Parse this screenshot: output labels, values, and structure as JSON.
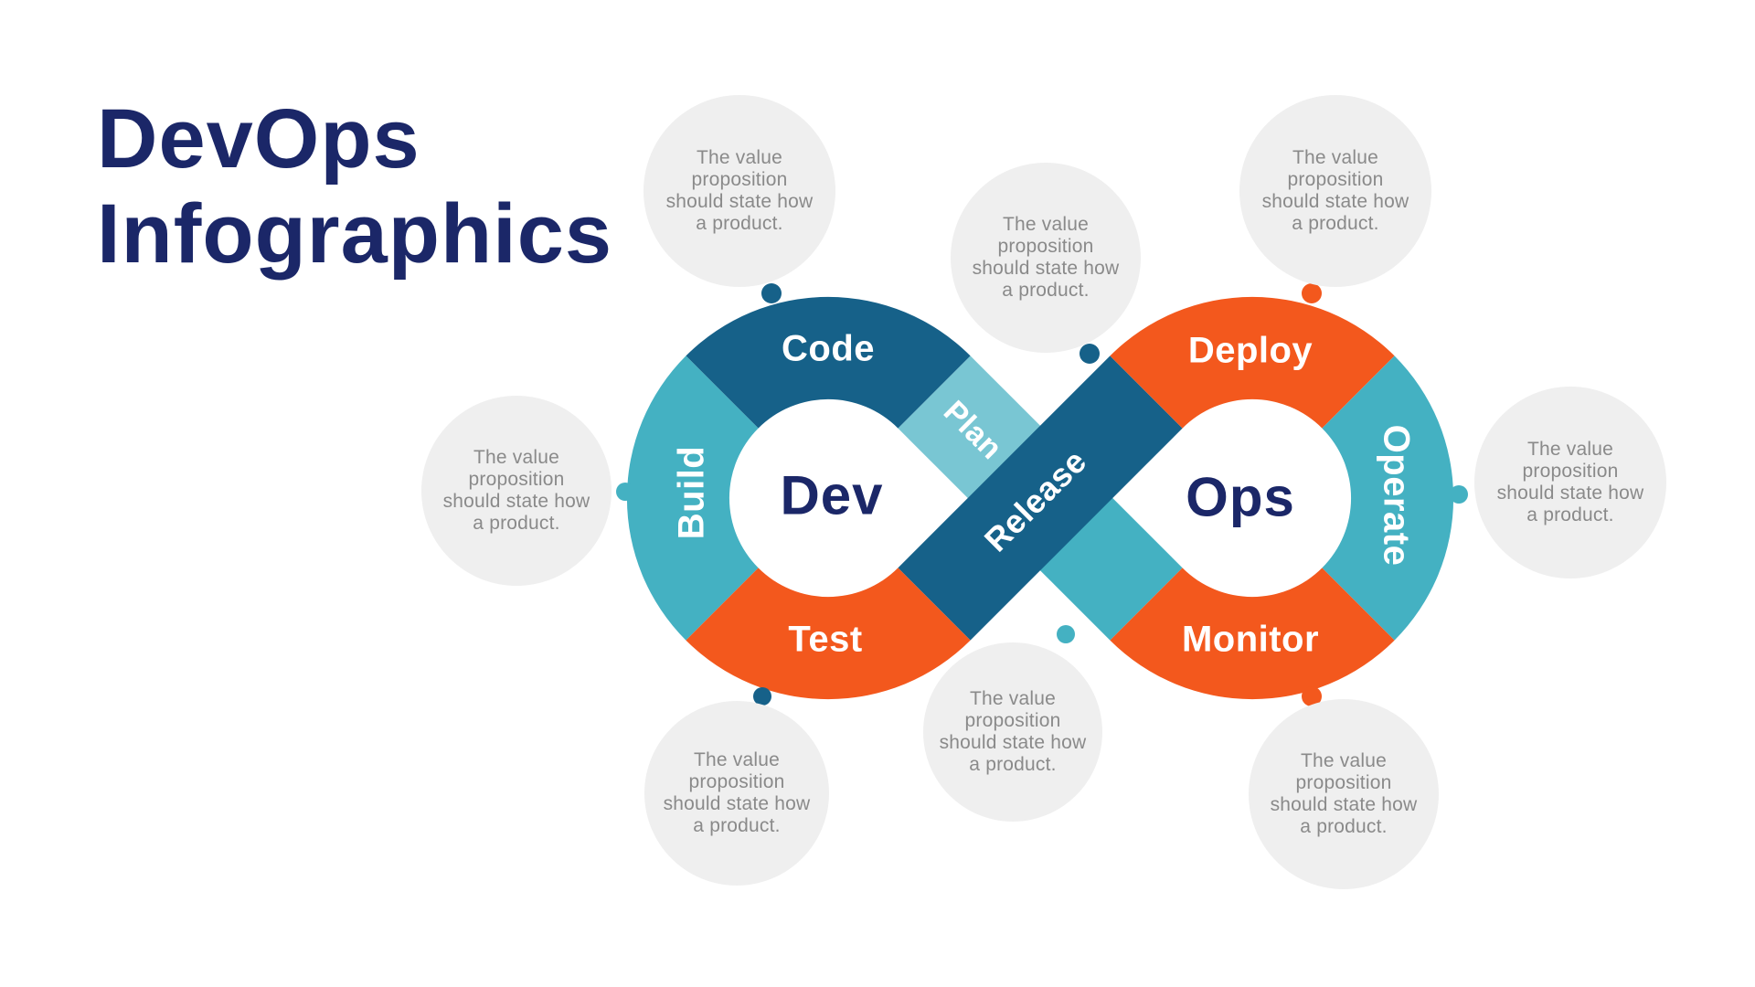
{
  "title": {
    "line1": "DevOps",
    "line2": "Infographics"
  },
  "colors": {
    "navy": "#1B2768",
    "dark_blue": "#166189",
    "teal": "#44B1C2",
    "teal_light": "#79C6D3",
    "orange": "#F3581D",
    "bubble_gray": "#EFEFEF",
    "bubble_text_gray": "#8A8A8A"
  },
  "loops": {
    "left_core_label": "Dev",
    "right_core_label": "Ops"
  },
  "segments": {
    "code": "Code",
    "build": "Build",
    "test": "Test",
    "plan": "Plan",
    "release": "Release",
    "deploy": "Deploy",
    "operate": "Operate",
    "monitor": "Monitor"
  },
  "bubble": {
    "lines": [
      "The value",
      "proposition",
      "should state how",
      "a product."
    ]
  }
}
